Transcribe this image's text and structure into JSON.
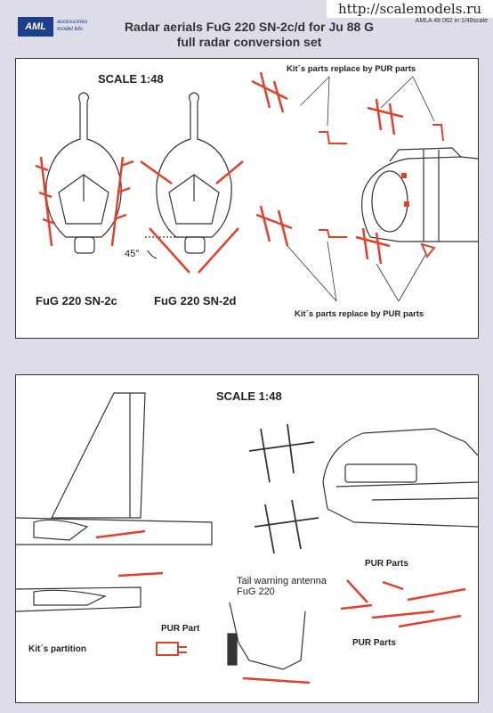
{
  "watermark": "http://scalemodels.ru",
  "logo": {
    "brand": "AML",
    "tagline": "accessories model kits"
  },
  "header": {
    "title_line1": "Radar aerials FuG 220 SN-2c/d for Ju 88 G",
    "title_line2": "full radar conversion set",
    "ref_code": "AMLA 48 062 in 1/48scale"
  },
  "panel_top": {
    "scale": "SCALE 1:48",
    "label_kit_top": "Kit´s parts replace by PUR parts",
    "label_kit_bottom": "Kit´s parts replace by PUR parts",
    "angle": "45°",
    "caption_left": "FuG 220 SN-2c",
    "caption_right": "FuG 220 SN-2d"
  },
  "panel_bottom": {
    "scale": "SCALE 1:48",
    "tail_line1": "Tail warning antenna",
    "tail_line2": "FuG 220",
    "pur_parts_top": "PUR Parts",
    "pur_parts_bottom": "PUR Parts",
    "pur_part": "PUR Part",
    "kit_partition": "Kit´s partition"
  },
  "colors": {
    "background": "#dcdde8",
    "antenna_red": "#e0412c",
    "line": "#333333",
    "brand_blue": "#1d3f8a"
  }
}
